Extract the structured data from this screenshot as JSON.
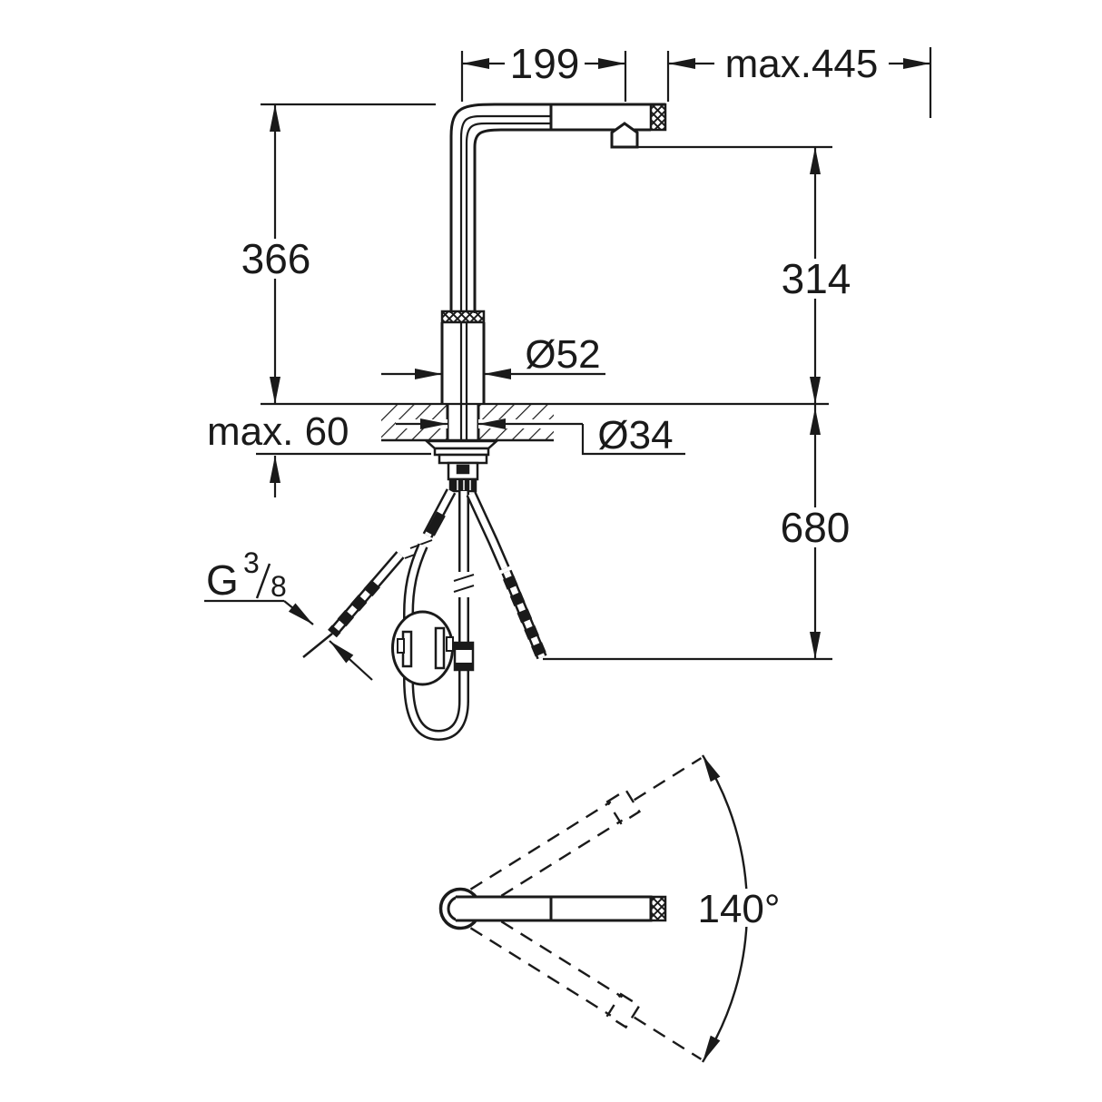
{
  "drawing": {
    "type": "technical-dimension-drawing",
    "subject": "kitchen pull-out faucet: front installation view and top swivel-range view",
    "line_color": "#1a1a1a",
    "background": "#ffffff",
    "labels": {
      "spout_reach": "199",
      "pullout_max": "max.445",
      "height_above_deck": "366",
      "spout_outlet_height": "314",
      "body_diameter": "Ø52",
      "deck_thickness": "max. 60",
      "hole_diameter": "Ø34",
      "hose_drop": "680",
      "thread_g": "G",
      "thread_numerator": "3",
      "thread_denominator": "8",
      "swivel_angle": "140°"
    }
  }
}
